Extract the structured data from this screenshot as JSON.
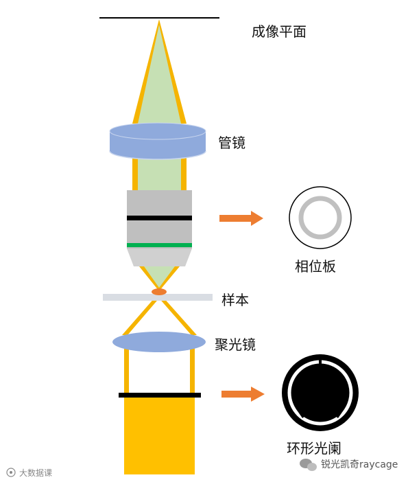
{
  "labels": {
    "image_plane": "成像平面",
    "tube_lens": "管镜",
    "phase_plate": "相位板",
    "sample": "样本",
    "condenser": "聚光镜",
    "annular_stop": "环形光阑"
  },
  "watermarks": {
    "left": "大数据课",
    "right": "锐光凯奇raycage"
  },
  "colors": {
    "light_yellow": "#f5b400",
    "light_green": "#c6e0b4",
    "lens_blue": "#8faadc",
    "objective_gray": "#bfbfbf",
    "objective_lower_gray": "#d0d0d0",
    "objective_black_band": "#000000",
    "objective_green_band": "#00b050",
    "arrow_orange": "#ed7d31",
    "sample_orange": "#ed7d31",
    "slide_gray": "#d9dde3",
    "lamp_yellow": "#ffc000"
  },
  "icons": {
    "phase_plate": "phase-ring-icon",
    "annular_stop": "annular-aperture-icon",
    "arrows": "right-arrow-icon"
  }
}
